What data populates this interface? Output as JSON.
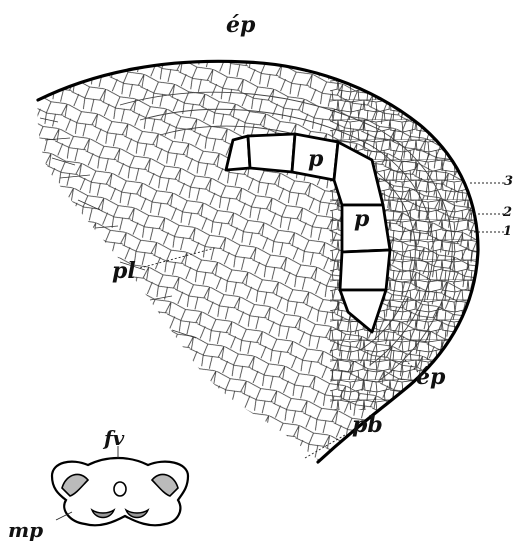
{
  "labels": {
    "ep_top": "ép",
    "p_upper": "p",
    "p_lower": "p",
    "pl": "pl",
    "ep_right": "ép",
    "pb": "pb",
    "n3": "3",
    "n2": "2",
    "n1": "1",
    "fv": "fv",
    "mp": "mp"
  }
}
